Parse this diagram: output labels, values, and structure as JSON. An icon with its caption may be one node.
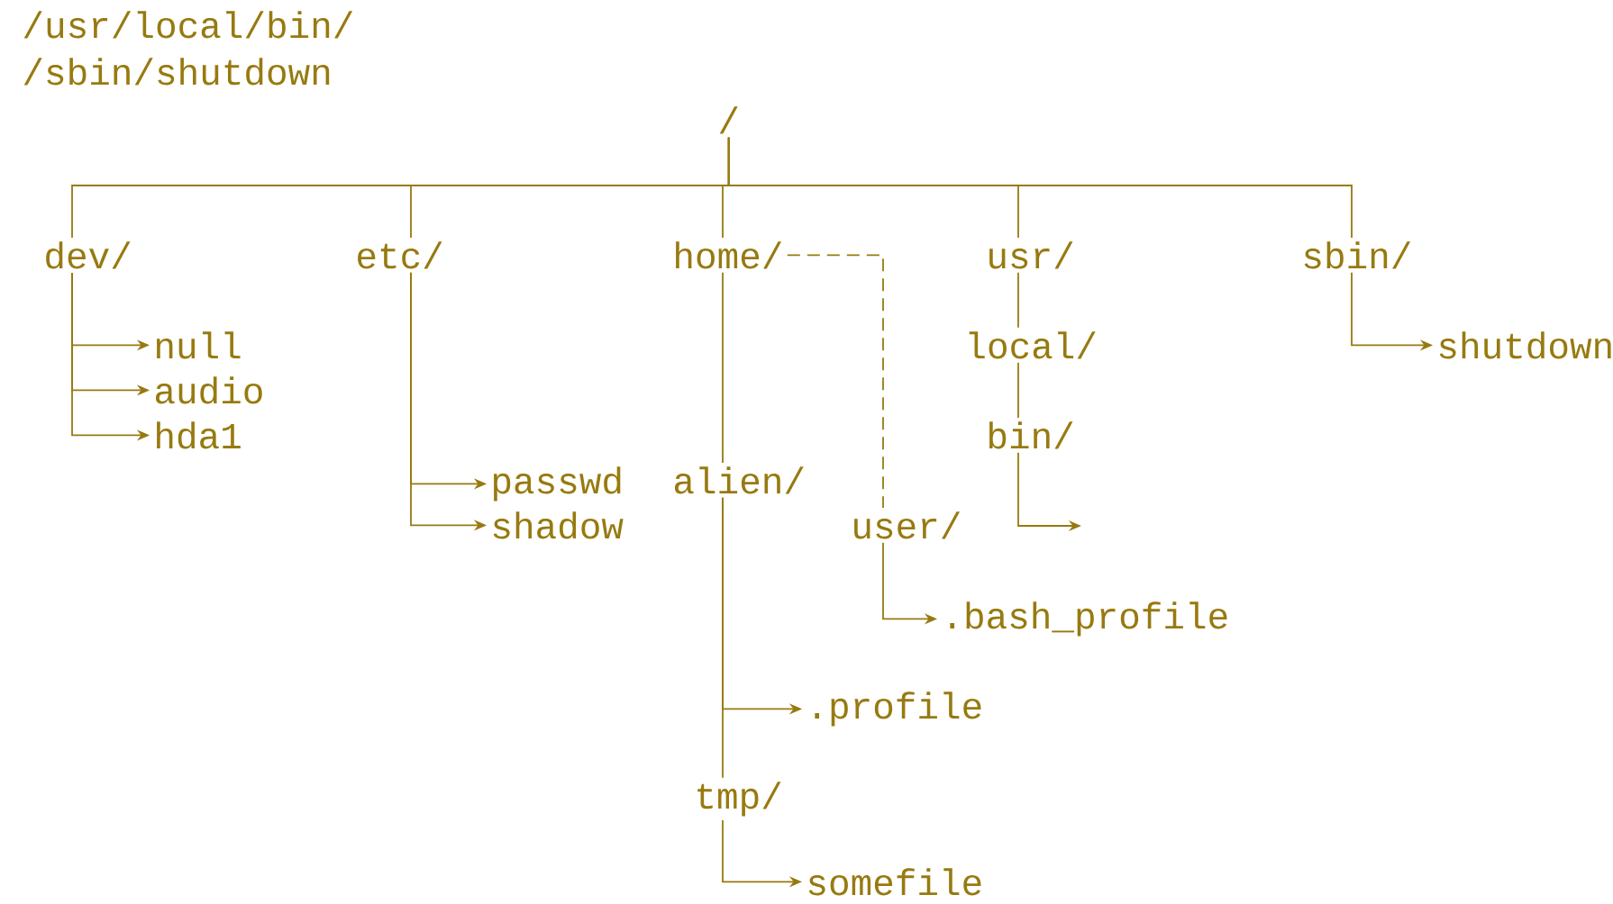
{
  "diagram": {
    "nodes": [
      {
        "text": [
          "/"
        ]
      },
      {
        "text": [
          "dev/"
        ]
      },
      {
        "text": [
          "etc/"
        ]
      },
      {
        "text": [
          "home/"
        ]
      },
      {
        "text": [
          "usr/"
        ]
      },
      {
        "text": [
          "sbin/"
        ]
      },
      {
        "text": [
          "null"
        ]
      },
      {
        "text": [
          "audio"
        ]
      },
      {
        "text": [
          "hda1"
        ]
      },
      {
        "text": [
          "passwd"
        ]
      },
      {
        "text": [
          "shadow"
        ]
      },
      {
        "text": [
          "local/"
        ]
      },
      {
        "text": [
          "shutdown"
        ]
      },
      {
        "text": [
          "bin/"
        ]
      },
      {
        "text": [
          "alien/"
        ]
      },
      {
        "text": [
          "user/"
        ]
      },
      {
        "text": [
          ".bash_profile"
        ]
      },
      {
        "text": [
          ".profile"
        ]
      },
      {
        "text": [
          "tmp/"
        ]
      },
      {
        "text": [
          "somefile"
        ]
      }
    ],
    "edges": [
      {
        "from": 0,
        "to": 1,
        "arrow": "none"
      },
      {
        "from": 0,
        "to": 2,
        "arrow": "none"
      },
      {
        "from": 0,
        "to": 3,
        "arrow": "none"
      },
      {
        "from": 0,
        "to": 4,
        "arrow": "none"
      },
      {
        "from": 0,
        "to": 5,
        "arrow": "none"
      },
      {
        "from": 1,
        "to": 6,
        "arrow": "to"
      },
      {
        "from": 1,
        "to": 7,
        "arrow": "to"
      },
      {
        "from": 1,
        "to": 8,
        "arrow": "to"
      },
      {
        "from": 2,
        "to": 9,
        "arrow": "to"
      },
      {
        "from": 2,
        "to": 10,
        "arrow": "to"
      },
      {
        "from": 3,
        "to": 14,
        "arrow": "none"
      },
      {
        "from": 3,
        "to": 15,
        "arrow": "none",
        "style": "dashed"
      },
      {
        "from": 4,
        "to": 11,
        "arrow": "none"
      },
      {
        "from": 11,
        "to": 13,
        "arrow": "none"
      },
      {
        "from": 13,
        "to": null,
        "arrow": "to"
      },
      {
        "from": 5,
        "to": 12,
        "arrow": "to"
      },
      {
        "from": 15,
        "to": 16,
        "arrow": "to"
      },
      {
        "from": 14,
        "to": 17,
        "arrow": "to"
      },
      {
        "from": 14,
        "to": 18,
        "arrow": "none"
      },
      {
        "from": 18,
        "to": 19,
        "arrow": "to"
      }
    ],
    "labels": [
      "/usr/local/bin/",
      "/sbin/shutdown"
    ]
  }
}
